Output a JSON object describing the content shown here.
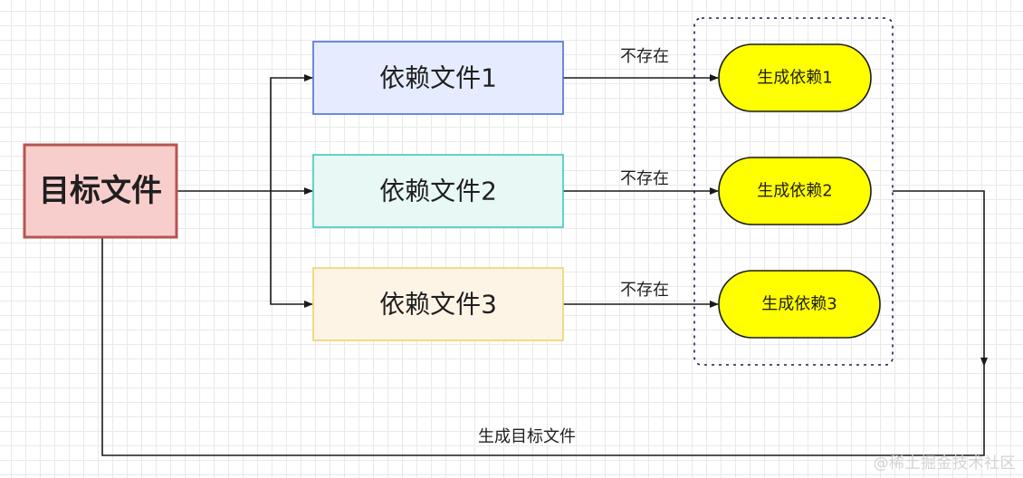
{
  "diagram": {
    "target_node": {
      "label": "目标文件",
      "fill": "#f8cecc",
      "stroke": "#b85450"
    },
    "dependencies": [
      {
        "label": "依赖文件1",
        "fill": "#e6ecff",
        "stroke": "#4a6fd1"
      },
      {
        "label": "依赖文件2",
        "fill": "#e8f8f5",
        "stroke": "#3fc9b8"
      },
      {
        "label": "依赖文件3",
        "fill": "#fef4e6",
        "stroke": "#f0d068"
      }
    ],
    "generate_nodes": [
      {
        "label": "生成依赖1"
      },
      {
        "label": "生成依赖2"
      },
      {
        "label": "生成依赖3"
      }
    ],
    "edge_labels": {
      "missing": [
        "不存在",
        "不存在",
        "不存在"
      ],
      "generate_target": "生成目标文件"
    },
    "colors": {
      "generate_fill": "#ffff00",
      "generate_stroke": "#1a1a1a",
      "group_border": "#1a1a4d",
      "edge": "#1a1a1a"
    }
  },
  "watermark": "@稀土掘金技术社区"
}
